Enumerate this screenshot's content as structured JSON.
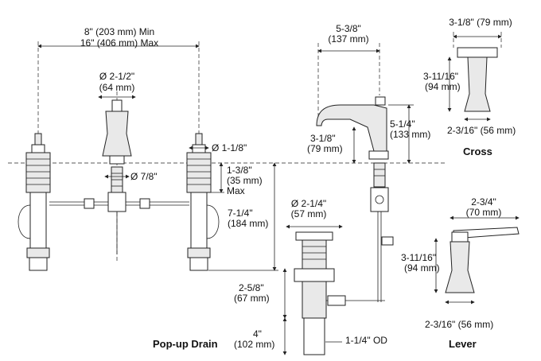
{
  "labels": {
    "spread_min": "8\" (203 mm) Min",
    "spread_max": "16\" (406 mm) Max",
    "handle_dia_in": "Ø 2-1/2\"",
    "handle_dia_mm": "(64 mm)",
    "valve_dia": "Ø 1-1/8\"",
    "shank_dia": "Ø 7/8\"",
    "deck_max_in": "1-3/8\"",
    "deck_max_mm": "(35 mm)",
    "deck_max_word": "Max",
    "below_deck_in": "7-1/4\"",
    "below_deck_mm": "(184 mm)",
    "spout_reach_in": "5-3/8\"",
    "spout_reach_mm": "(137 mm)",
    "spout_height_in": "3-1/8\"",
    "spout_height_mm": "(79 mm)",
    "spout_total_in": "5-1/4\"",
    "spout_total_mm": "(133 mm)",
    "drain_dia_in": "Ø 2-1/4\"",
    "drain_dia_mm": "(57 mm)",
    "drain_body_in": "2-5/8\"",
    "drain_body_mm": "(67 mm)",
    "tail_in": "4\"",
    "tail_mm": "(102 mm)",
    "tail_od": "1-1/4\" OD",
    "popup_drain": "Pop-up Drain",
    "cross_width": "3-1/8\" (79 mm)",
    "cross_height_in": "3-11/16\"",
    "cross_height_mm": "(94 mm)",
    "cross_base": "2-3/16\" (56 mm)",
    "cross_title": "Cross",
    "lever_width_in": "2-3/4\"",
    "lever_width_mm": "(70 mm)",
    "lever_height_in": "3-11/16\"",
    "lever_height_mm": "(94 mm)",
    "lever_base": "2-3/16\" (56 mm)",
    "lever_title": "Lever"
  }
}
